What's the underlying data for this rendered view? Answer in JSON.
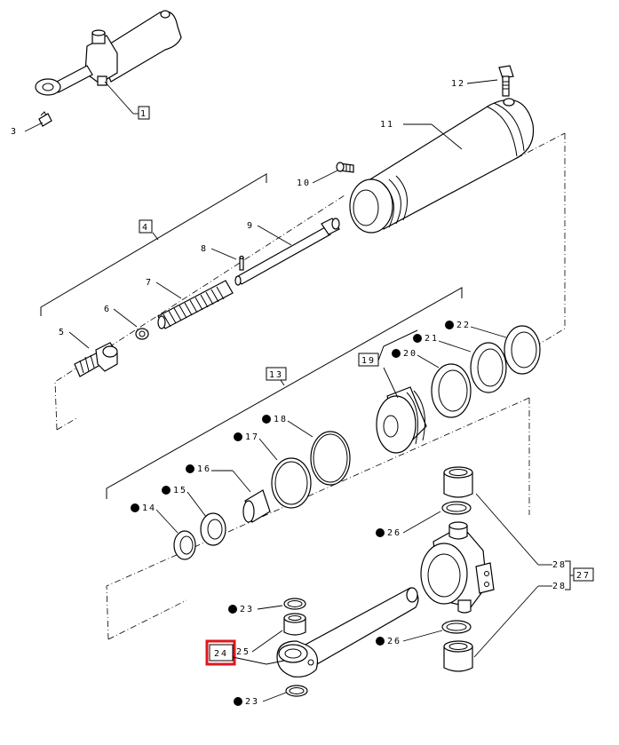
{
  "callouts": {
    "n1": "1",
    "n3": "3",
    "n4": "4",
    "n5": "5",
    "n6": "6",
    "n7": "7",
    "n8": "8",
    "n9": "9",
    "n10": "10",
    "n11": "11",
    "n12": "12",
    "n13": "13",
    "n14": "14",
    "n15": "15",
    "n16": "16",
    "n17": "17",
    "n18": "18",
    "n19": "19",
    "n20": "20",
    "n21": "21",
    "n22": "22",
    "n23a": "23",
    "n23b": "23",
    "n24": "24",
    "n25": "25",
    "n26a": "26",
    "n26b": "26",
    "n27": "27",
    "n28a": "28",
    "n28b": "28"
  },
  "highlight": {
    "part": "24",
    "color": "#e0161b"
  }
}
